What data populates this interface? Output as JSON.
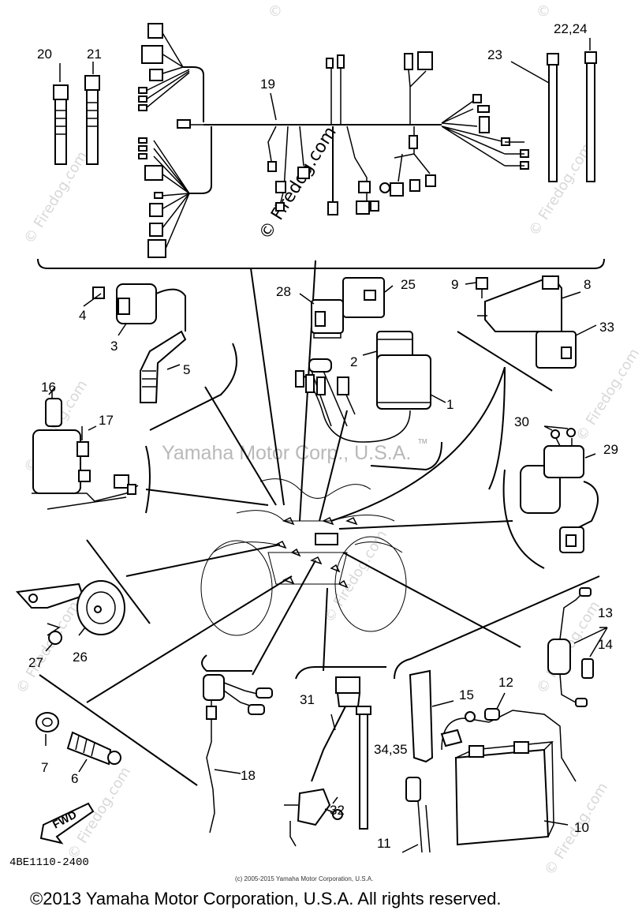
{
  "diagram": {
    "part_numbers": {
      "p1": "1",
      "p2": "2",
      "p3": "3",
      "p4": "4",
      "p5": "5",
      "p6": "6",
      "p7": "7",
      "p8": "8",
      "p9": "9",
      "p10": "10",
      "p11": "11",
      "p12": "12",
      "p13": "13",
      "p14": "14",
      "p15": "15",
      "p16": "16",
      "p17": "17",
      "p18": "18",
      "p19": "19",
      "p20": "20",
      "p21": "21",
      "p22_24": "22,24",
      "p23": "23",
      "p25": "25",
      "p26": "26",
      "p27": "27",
      "p28": "28",
      "p29": "29",
      "p30": "30",
      "p31": "31",
      "p32": "32",
      "p33": "33",
      "p34_35": "34,35"
    },
    "diagram_code": "4BE1110-2400",
    "fwd_label": "FWD",
    "site_watermark": "© Firedog.com",
    "site_watermark_short": "©",
    "corporate_watermark": "Yamaha Motor Corp., U.S.A.",
    "tm_mark": "TM",
    "small_copyright": "(c) 2005-2015 Yamaha Motor Corporation, U.S.A.",
    "copyright": "©2013 Yamaha Motor Corporation, U.S.A. All rights reserved."
  }
}
